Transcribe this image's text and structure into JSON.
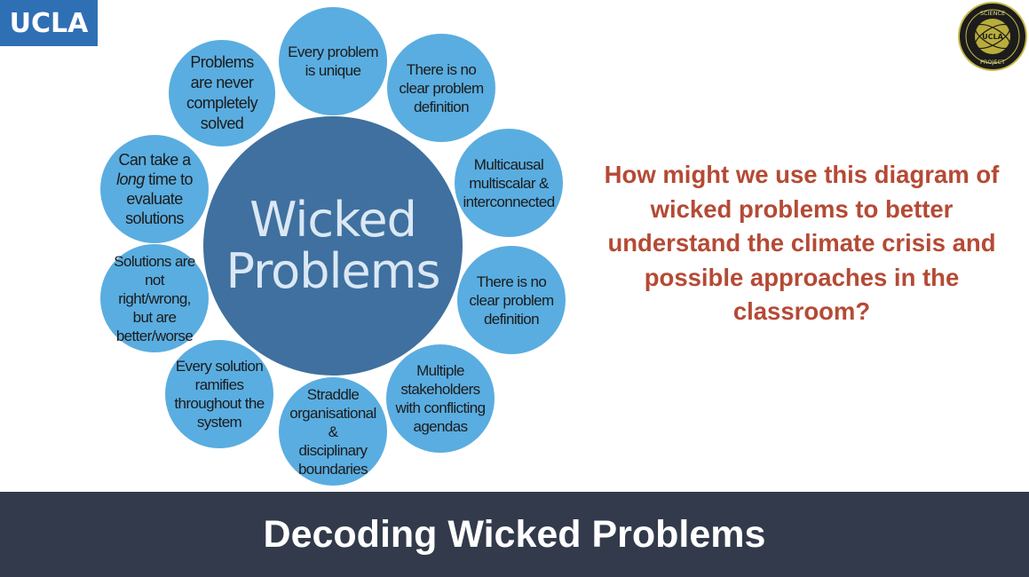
{
  "logo": {
    "text": "UCLA"
  },
  "seal": {
    "top_text": "SCIENCE",
    "center_text": "UCLA",
    "bottom_text": "PROJECT"
  },
  "diagram": {
    "center": {
      "line1": "Wicked",
      "line2": "Problems"
    },
    "bubbles": [
      {
        "lines": [
          "Every problem",
          "is unique"
        ]
      },
      {
        "lines": [
          "There is no",
          "clear problem",
          "definition"
        ]
      },
      {
        "lines": [
          "Multicausal",
          "multiscalar &",
          "interconnected"
        ]
      },
      {
        "lines": [
          "There is no",
          "clear problem",
          "definition"
        ]
      },
      {
        "lines": [
          "Multiple",
          "stakeholders",
          "with conflicting",
          "agendas"
        ]
      },
      {
        "lines": [
          "Straddle",
          "organisational &",
          "disciplinary",
          "boundaries"
        ]
      },
      {
        "lines": [
          "Every solution",
          "ramifies",
          "throughout the",
          "system"
        ]
      },
      {
        "lines": [
          "Solutions are",
          "not right/wrong,",
          "but are",
          "better/worse"
        ]
      },
      {
        "lines": [
          "Can take a",
          "long time to",
          "evaluate",
          "solutions"
        ]
      },
      {
        "lines": [
          "Problems",
          "are never",
          "completely",
          "solved"
        ]
      }
    ]
  },
  "question": {
    "text": "How might we use this diagram of wicked problems to better understand the climate crisis and possible approaches in the classroom?"
  },
  "footer": {
    "title": "Decoding Wicked Problems"
  }
}
